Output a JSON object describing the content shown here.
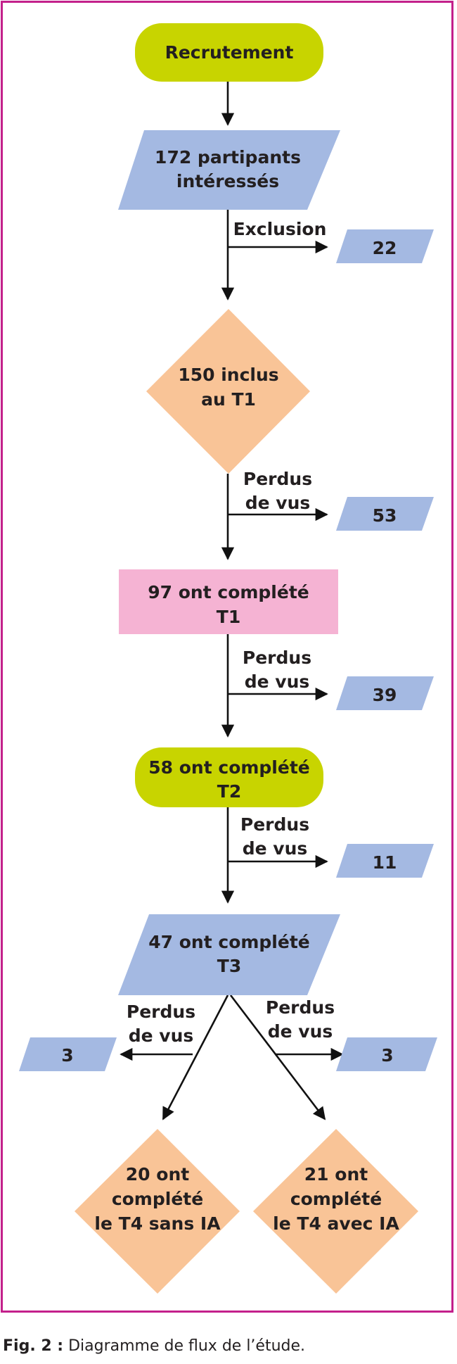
{
  "colors": {
    "frame": "#c3208b",
    "green": "#c8d400",
    "blue": "#a4b9e2",
    "orange": "#f9c497",
    "pink": "#f5b3d3",
    "text": "#231f20"
  },
  "nodes": {
    "recruitment": "Recrutement",
    "interested": [
      "172 partipants",
      "intéressés"
    ],
    "included": [
      "150 inclus",
      "au T1"
    ],
    "completed_t1": [
      "97 ont complété",
      "T1"
    ],
    "completed_t2": [
      "58 ont complété",
      "T2"
    ],
    "completed_t3": [
      "47 ont complété",
      "T3"
    ],
    "t4_without_ai": [
      "20 ont",
      "complété",
      "le T4 sans IA"
    ],
    "t4_with_ai": [
      "21 ont",
      "complété",
      "le T4 avec IA"
    ]
  },
  "side_boxes": {
    "exclusion": "22",
    "lost_t1": "53",
    "lost_t2": "39",
    "lost_t3": "11",
    "lost_left": "3",
    "lost_right": "3"
  },
  "edge_labels": {
    "exclusion": "Exclusion",
    "lost": [
      "Perdus",
      "de vus"
    ]
  },
  "caption": {
    "label": "Fig. 2 :",
    "text": " Diagramme de flux de l’étude."
  }
}
